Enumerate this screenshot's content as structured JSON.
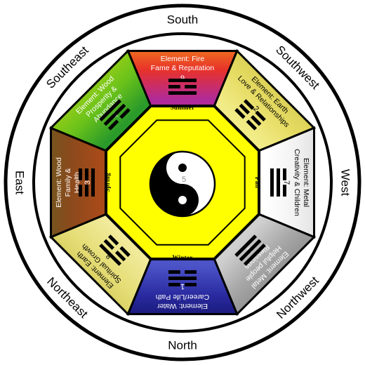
{
  "directions": {
    "south": "South",
    "southwest": "Southwest",
    "west": "West",
    "northwest": "Northwest",
    "north": "North",
    "northeast": "Northeast",
    "east": "East",
    "southeast": "Southeast"
  },
  "sectors": [
    {
      "key": "south",
      "number": "9",
      "lines": [
        "Element: Fire",
        "Fame & Reputation"
      ],
      "trigram": [
        1,
        0,
        1
      ],
      "text_color": "#ffffff",
      "colors": [
        "#b02a9a",
        "#e8322a",
        "#f08a1a"
      ]
    },
    {
      "key": "southwest",
      "number": "2",
      "lines": [
        "Element: Earth",
        "Love & Relationships"
      ],
      "trigram": [
        0,
        0,
        0
      ],
      "text_color": "#000000",
      "colors": [
        "#f2ec88",
        "#e6dc64",
        "#d8cc50"
      ]
    },
    {
      "key": "west",
      "number": "7",
      "lines": [
        "Element: Metal",
        "Creativity & Children"
      ],
      "trigram": [
        0,
        1,
        1
      ],
      "text_color": "#000000",
      "colors": [
        "#ffffff",
        "#f2f2f2",
        "#dcdcdc"
      ]
    },
    {
      "key": "northwest",
      "number": "6",
      "lines": [
        "Element: Metal",
        "Helpful people",
        "Blessings"
      ],
      "trigram": [
        1,
        1,
        1
      ],
      "text_color": "#ffffff",
      "colors": [
        "#d0d0d0",
        "#a8a8a8",
        "#8a8a8a"
      ]
    },
    {
      "key": "north",
      "number": "1",
      "lines": [
        "Element: Water",
        "Career/Life Path"
      ],
      "trigram": [
        0,
        1,
        0
      ],
      "text_color": "#ffffff",
      "colors": [
        "#4c54c8",
        "#2a2aa0",
        "#12126a"
      ]
    },
    {
      "key": "northeast",
      "number": "8",
      "lines": [
        "Element: Earth",
        "Spiritual Growth"
      ],
      "trigram": [
        1,
        0,
        0
      ],
      "text_color": "#000000",
      "colors": [
        "#f0ea9a",
        "#e6de78",
        "#d6cc5c"
      ]
    },
    {
      "key": "east",
      "number": "3",
      "lines": [
        "Element: Wood",
        "Family &",
        "Health"
      ],
      "trigram": [
        0,
        0,
        1
      ],
      "text_color": "#ffffff",
      "colors": [
        "#a84a1a",
        "#8a4a1c",
        "#6a5a20"
      ]
    },
    {
      "key": "southeast",
      "number": "4",
      "lines": [
        "Element: Wood",
        "Prosperity &",
        "Abundance"
      ],
      "trigram": [
        1,
        1,
        0
      ],
      "text_color": "#ffffff",
      "colors": [
        "#2a9a2a",
        "#6ac21a",
        "#a0d018"
      ]
    }
  ],
  "seasons": {
    "summer": "Summer",
    "fall": "Fall",
    "winter": "Winter",
    "spring": "Spring"
  },
  "center": {
    "number": "5",
    "color": "#ffff00",
    "ring_color": "#e8e400"
  }
}
